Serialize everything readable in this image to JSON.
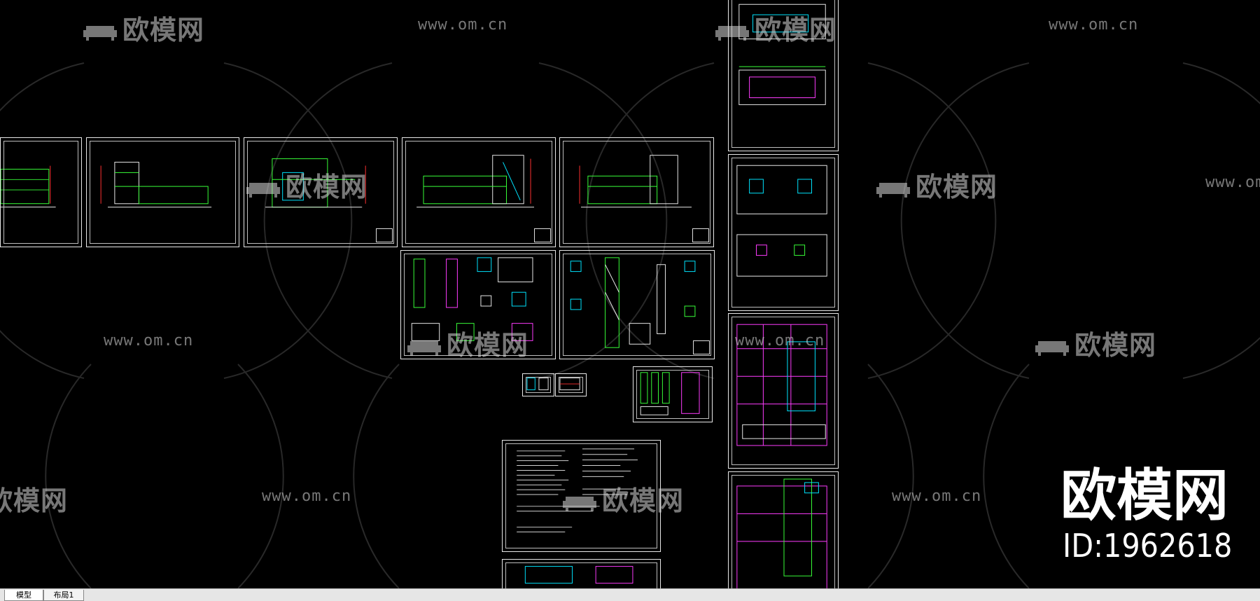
{
  "watermark": {
    "brand": "欧模网",
    "url": "www.om.cn"
  },
  "overlay": {
    "logo_text": "欧模网",
    "id_text": "ID:1962618"
  },
  "tabs": [
    {
      "label": "模型",
      "active": true
    },
    {
      "label": "布局1",
      "active": false
    }
  ],
  "colors": {
    "background": "#000000",
    "line_green": "#38ff38",
    "line_cyan": "#00e5ff",
    "line_magenta": "#ff3cff",
    "line_red": "#ff3030",
    "line_white": "#e8e8e8",
    "tabbar": "#e6e6e6"
  }
}
